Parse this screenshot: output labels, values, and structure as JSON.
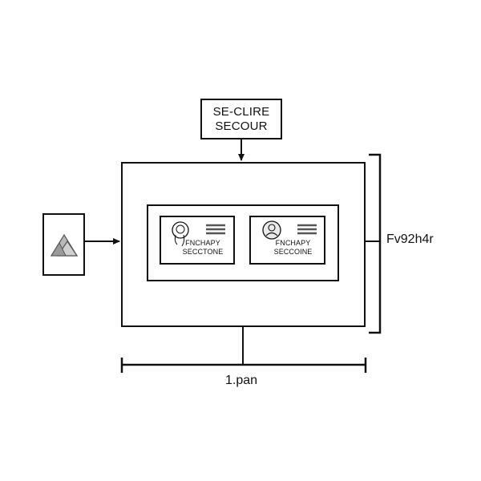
{
  "top_box": {
    "line1": "SE-CLIRE",
    "line2": "SECOUR"
  },
  "card_1": {
    "line1": "FNCHAPY",
    "line2": "SECCTONE"
  },
  "card_2": {
    "line1": "FNCHAPY",
    "line2": "SECCOINE"
  },
  "right_label": "Fv92h4r",
  "bottom_label": "1.pan",
  "icons": [
    "mountain-icon",
    "face-icon",
    "user-icon",
    "lines-icon"
  ],
  "colors": {
    "stroke": "#111111",
    "icon_fill": "#b8b8b8",
    "background": "#ffffff"
  }
}
